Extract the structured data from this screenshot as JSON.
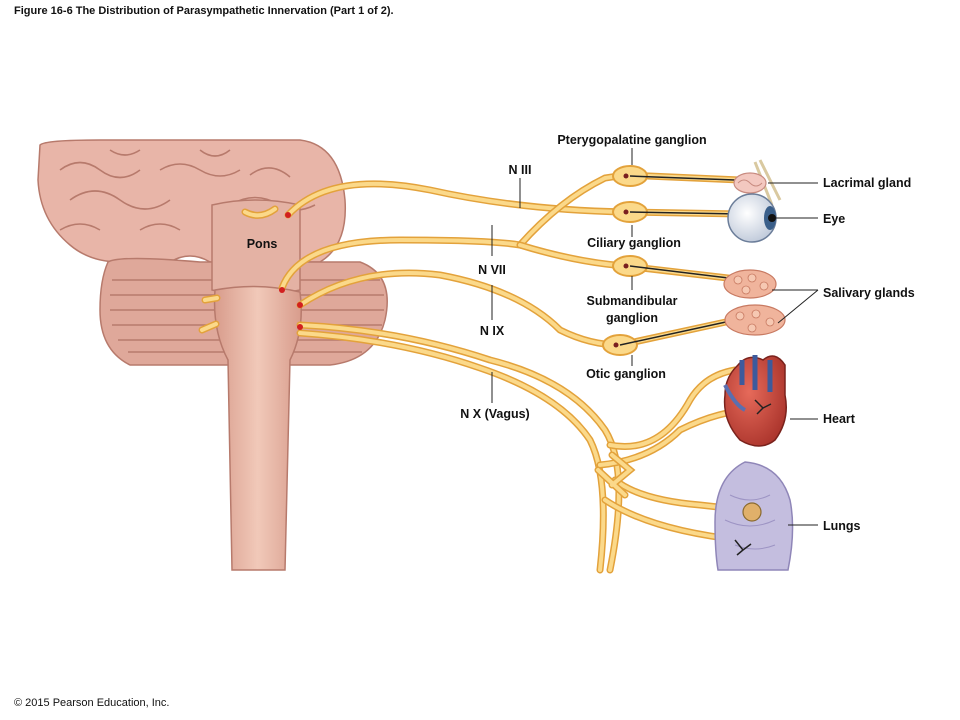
{
  "figure_title": "Figure 16-6 The Distribution of Parasympathetic Innervation (Part 1 of 2).",
  "copyright": "© 2015 Pearson Education, Inc.",
  "labels": {
    "pterygopalatine": "Pterygopalatine ganglion",
    "n3": "N III",
    "n7": "N VII",
    "n9": "N IX",
    "n10": "N X (Vagus)",
    "pons": "Pons",
    "ciliary": "Ciliary ganglion",
    "submandibular_1": "Submandibular",
    "submandibular_2": "ganglion",
    "otic": "Otic ganglion",
    "lacrimal": "Lacrimal gland",
    "eye": "Eye",
    "salivary": "Salivary glands",
    "heart": "Heart",
    "lungs": "Lungs"
  },
  "colors": {
    "brain": "#e8b5a8",
    "brainstem": "#ebbfae",
    "nerve": "#fbd98a",
    "nerve_edge": "#e3a23b",
    "origin_dot": "#d21f1f",
    "heart": "#c9473a",
    "lung": "#b9b2d6"
  }
}
